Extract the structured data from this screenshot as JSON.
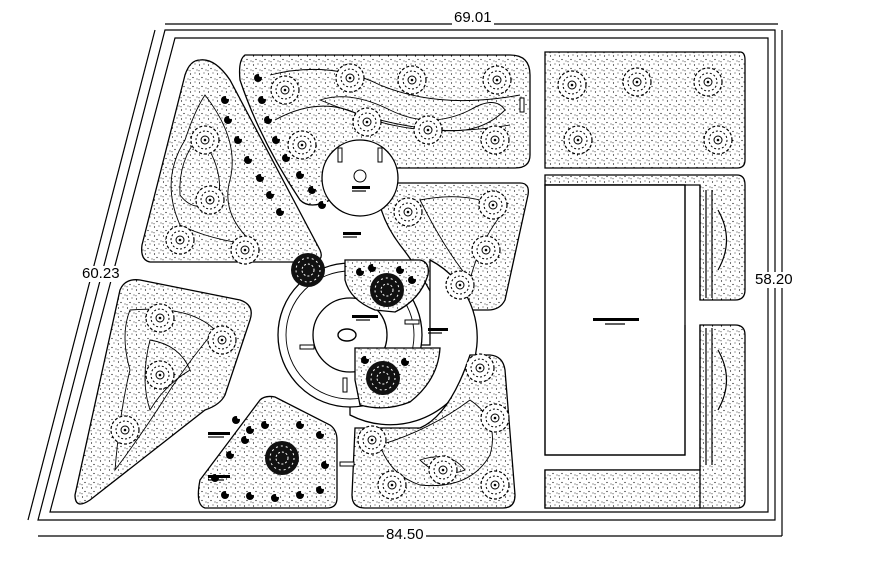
{
  "dimensions": {
    "top": "69.01",
    "bottom": "84.50",
    "left": "60.23",
    "right": "58.20"
  },
  "icons": {
    "tree": "tree-canopy-icon",
    "shrub": "shrub-icon",
    "bench": "bench-icon",
    "label_tag": "label-tag-icon"
  },
  "colors": {
    "ink": "#000000",
    "paper": "#ffffff"
  }
}
